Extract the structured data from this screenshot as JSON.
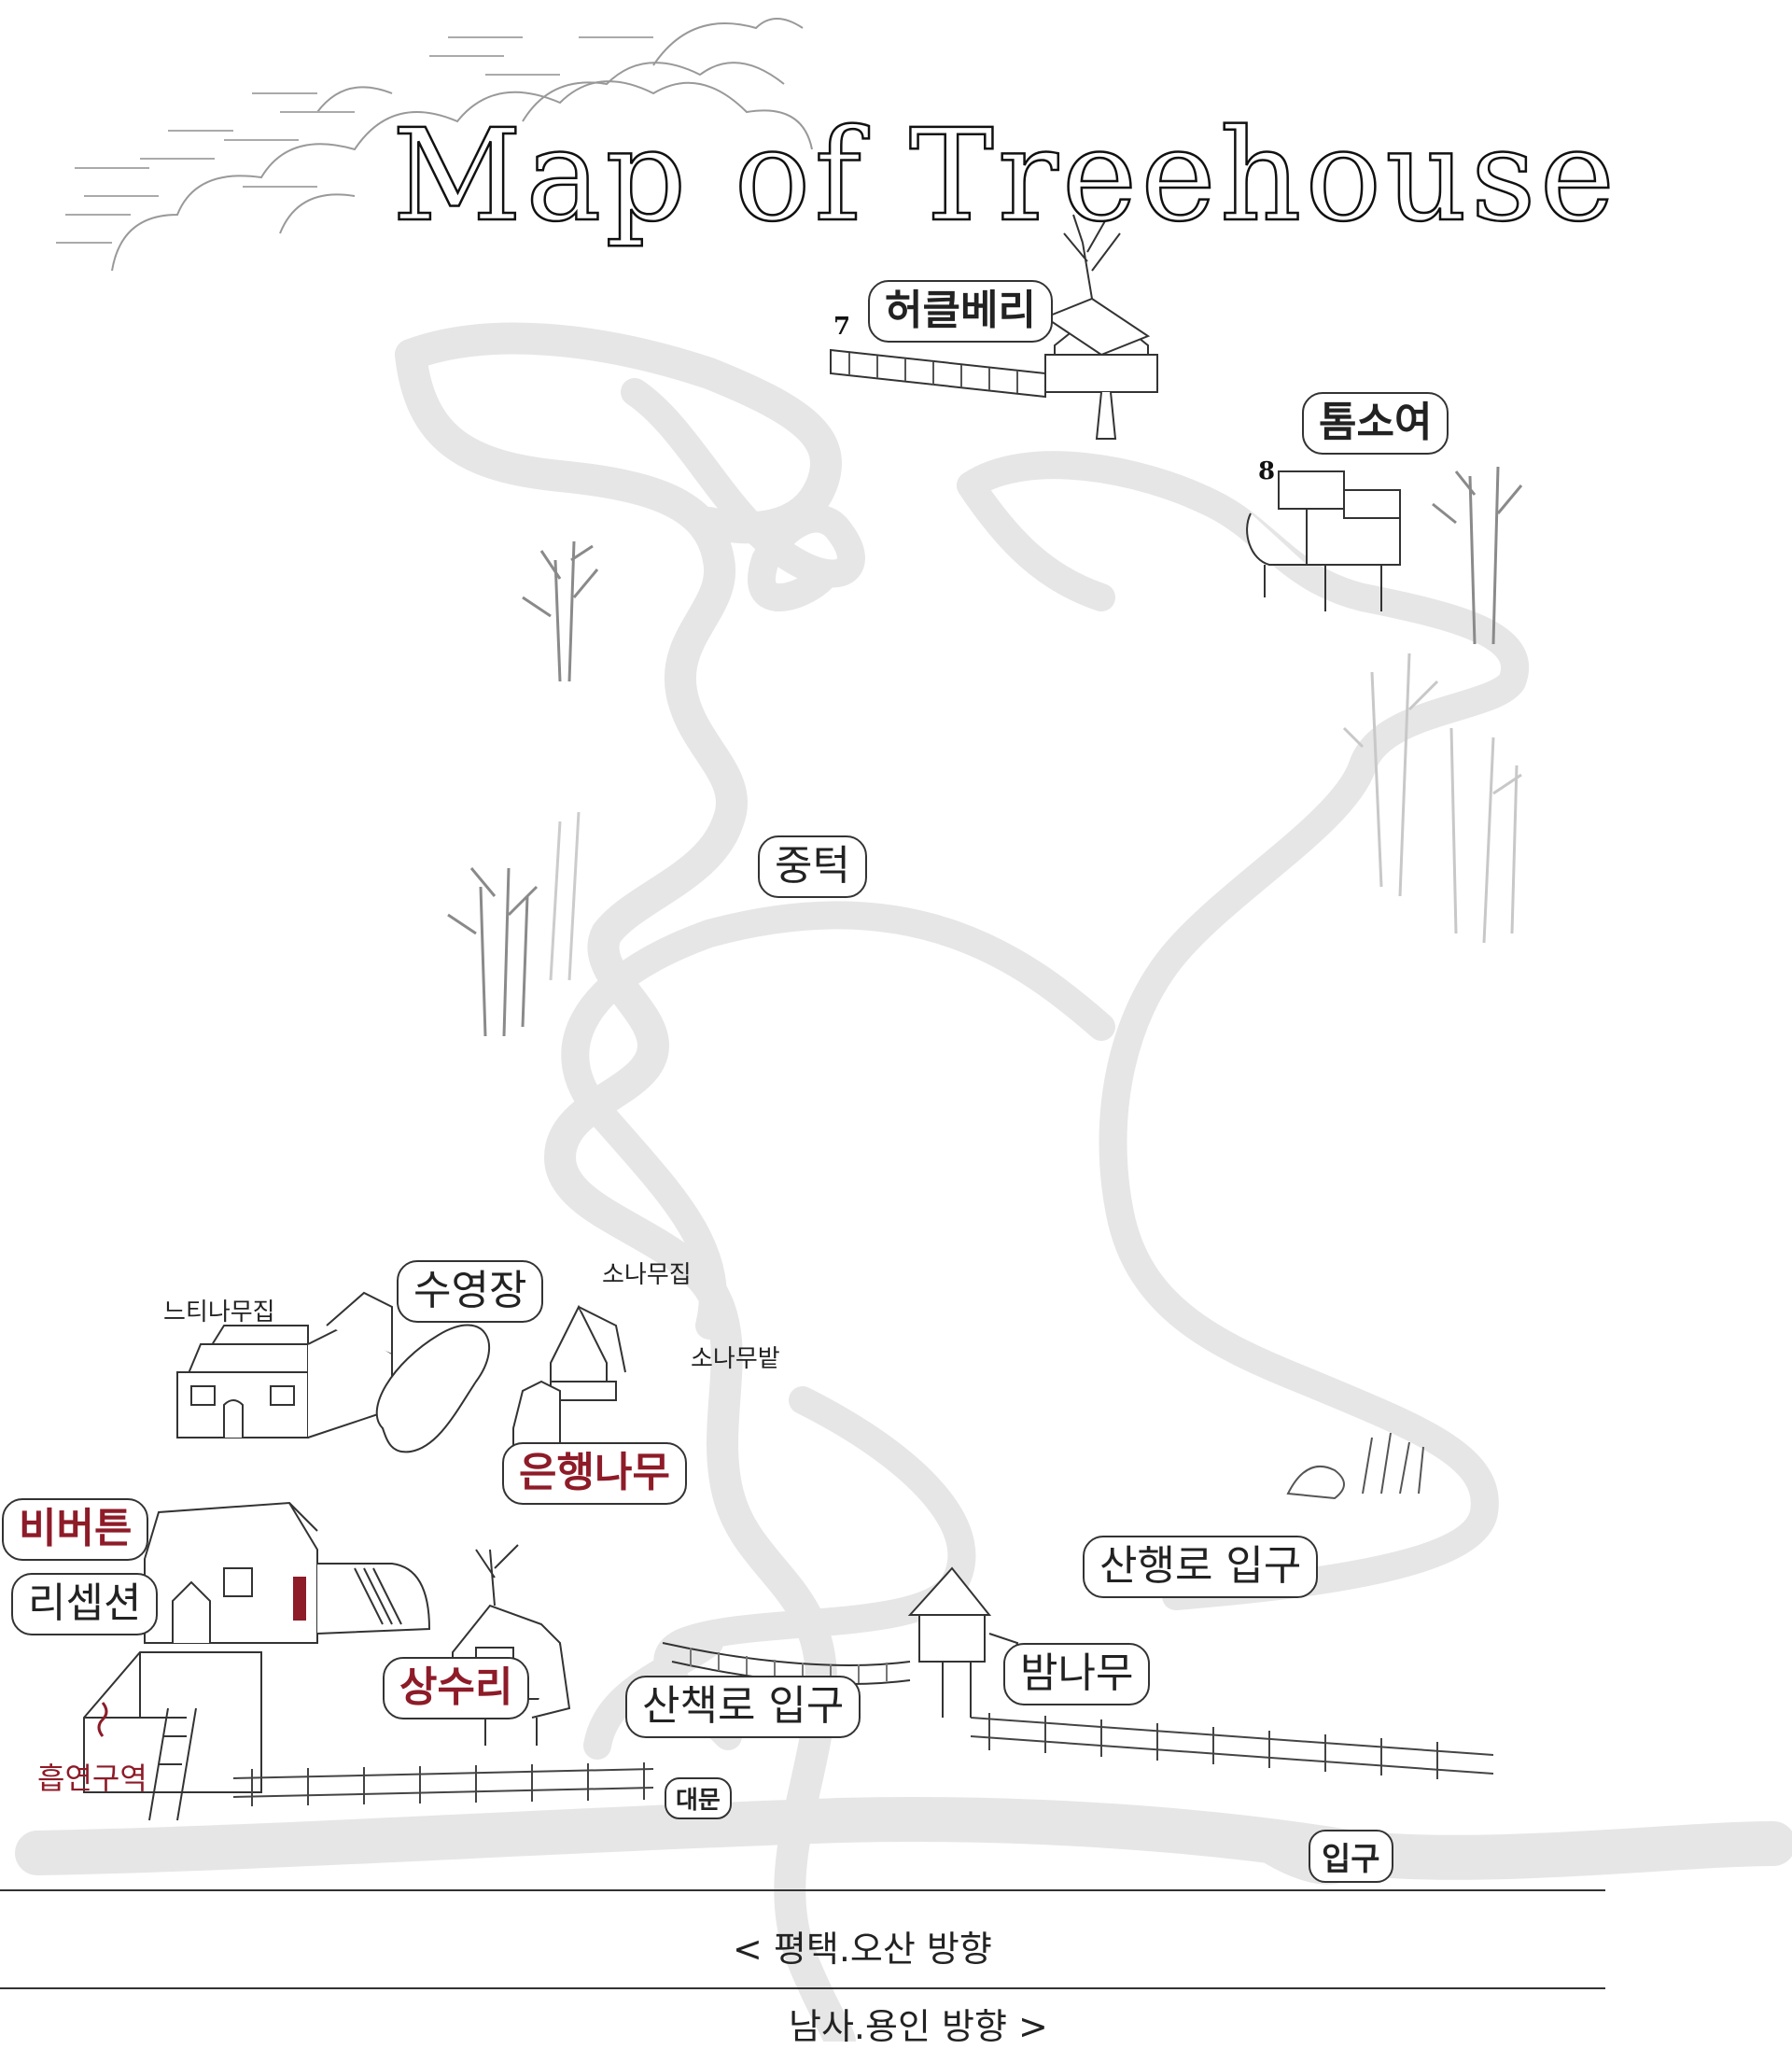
{
  "title": "Map of Treehouse",
  "places": {
    "huckleberry": {
      "number": "7",
      "name": "허클베리"
    },
    "tomsawyer": {
      "number": "8",
      "name": "톰소여"
    },
    "jungteok": "중턱",
    "pool": "수영장",
    "zelkova_house": "느티나무집",
    "pine_house": "소나무집",
    "pine_field": "소나무밭",
    "ginkgo": "은행나무",
    "beaverton": "비버튼",
    "reception": "리셉션",
    "eagle": "상수리",
    "trail_entrance": "산행로 입구",
    "chestnut": "밤나무",
    "walk_entrance": "산책로 입구",
    "smoking_area": "흡연구역",
    "main_gate": "대문",
    "entrance": "입구"
  },
  "directions": {
    "left": "<   평택.오산 방향",
    "right": "남사.용인 방향 >"
  },
  "colors": {
    "path": "#e6e6e6",
    "accent_red": "#8e1b28",
    "sketch": "#333333",
    "tree": "#8a8a8a"
  },
  "icons": [
    "cloud-sketch",
    "treehouse-sketch",
    "tree-sketch",
    "house-sketch",
    "fence-sketch",
    "pool-sketch",
    "bridge-sketch"
  ]
}
